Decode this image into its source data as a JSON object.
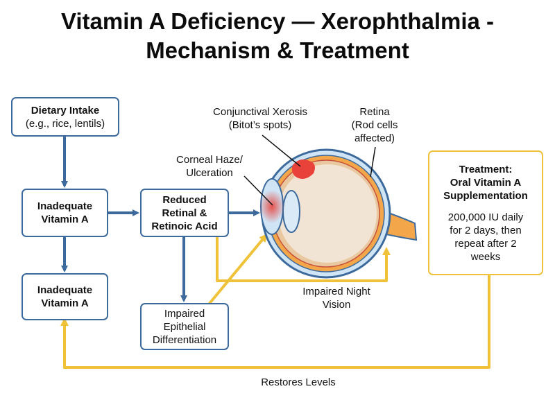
{
  "title": {
    "line1": "Vitamin A Deficiency — Xerophthalmia -",
    "line2": "Mechanism & Treatment"
  },
  "boxes": {
    "dietary": {
      "heading": "Dietary Intake",
      "sub": "(e.g., rice, lentils)"
    },
    "inadequate_top": {
      "line1": "Inadequate",
      "line2": "Vitamin A"
    },
    "inadequate_bottom": {
      "line1": "Inadequate",
      "line2": "Vitamin A"
    },
    "reduced": {
      "line1": "Reduced",
      "line2": "Retinal &",
      "line3": "Retinoic Acid"
    },
    "epithelial": {
      "line1": "Impaired",
      "line2": "Epithelial",
      "line3": "Differentiation"
    },
    "treatment": {
      "heading1": "Treatment:",
      "heading2": "Oral Vitamin A",
      "heading3": "Supplementation",
      "detail1": "200,000 IU daily",
      "detail2": "for 2 days, then",
      "detail3": "repeat after 2",
      "detail4": "weeks"
    }
  },
  "labels": {
    "xerosis": {
      "line1": "Conjunctival Xerosis",
      "line2": "(Bitot’s spots)"
    },
    "retina": {
      "line1": "Retina",
      "line2": "(Rod cells",
      "line3": "affected)"
    },
    "corneal": {
      "line1": "Corneal Haze/",
      "line2": "Ulceration"
    },
    "night_vision": {
      "line1": "Impaired Night",
      "line2": "Vision"
    },
    "restores": "Restores Levels"
  },
  "colors": {
    "blue_arrow": "#3c6a9c",
    "gold_arrow": "#f0c23a",
    "eye_outer": "#f3a74a",
    "eye_inner": "#e9c8a0",
    "cornea": "#cfe4f5",
    "inflamed": "#e8423a"
  }
}
